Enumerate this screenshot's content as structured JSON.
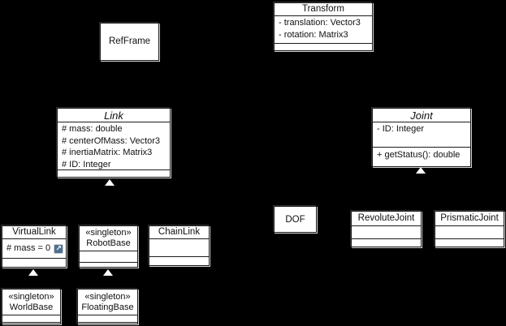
{
  "colors": {
    "background": "#000000",
    "box_fill": "#ffffff",
    "border": "#1b1b1b",
    "text": "#101010",
    "external_link_icon_bg": "#4e708f"
  },
  "icons": {
    "external_link_glyph": "↗"
  },
  "classes": {
    "refframe": {
      "name": "RefFrame"
    },
    "transform": {
      "name": "Transform",
      "attributes": [
        "- translation: Vector3",
        "- rotation: Matrix3"
      ]
    },
    "link": {
      "name": "Link",
      "abstract": true,
      "attributes": [
        "# mass: double",
        "# centerOfMass: Vector3",
        "# inertiaMatrix: Matrix3",
        "# ID: Integer"
      ]
    },
    "joint": {
      "name": "Joint",
      "abstract": true,
      "attributes": [
        "- ID: Integer"
      ],
      "methods": [
        "+ getStatus(): double"
      ]
    },
    "dof": {
      "name": "DOF"
    },
    "virtuallink": {
      "name": "VirtualLink",
      "attributes": [
        "# mass = 0"
      ]
    },
    "robotbase": {
      "stereotype": "«singleton»",
      "name": "RobotBase"
    },
    "chainlink": {
      "name": "ChainLink"
    },
    "revolutejoint": {
      "name": "RevoluteJoint"
    },
    "prismaticjoint": {
      "name": "PrismaticJoint"
    },
    "worldbase": {
      "stereotype": "«singleton»",
      "name": "WorldBase"
    },
    "floatingbase": {
      "stereotype": "«singleton»",
      "name": "FloatingBase"
    }
  },
  "relationships": {
    "generalization_markers": [
      {
        "parent": "Link"
      },
      {
        "parent": "Joint"
      },
      {
        "parent": "VirtualLink"
      },
      {
        "parent": "RobotBase"
      }
    ]
  }
}
